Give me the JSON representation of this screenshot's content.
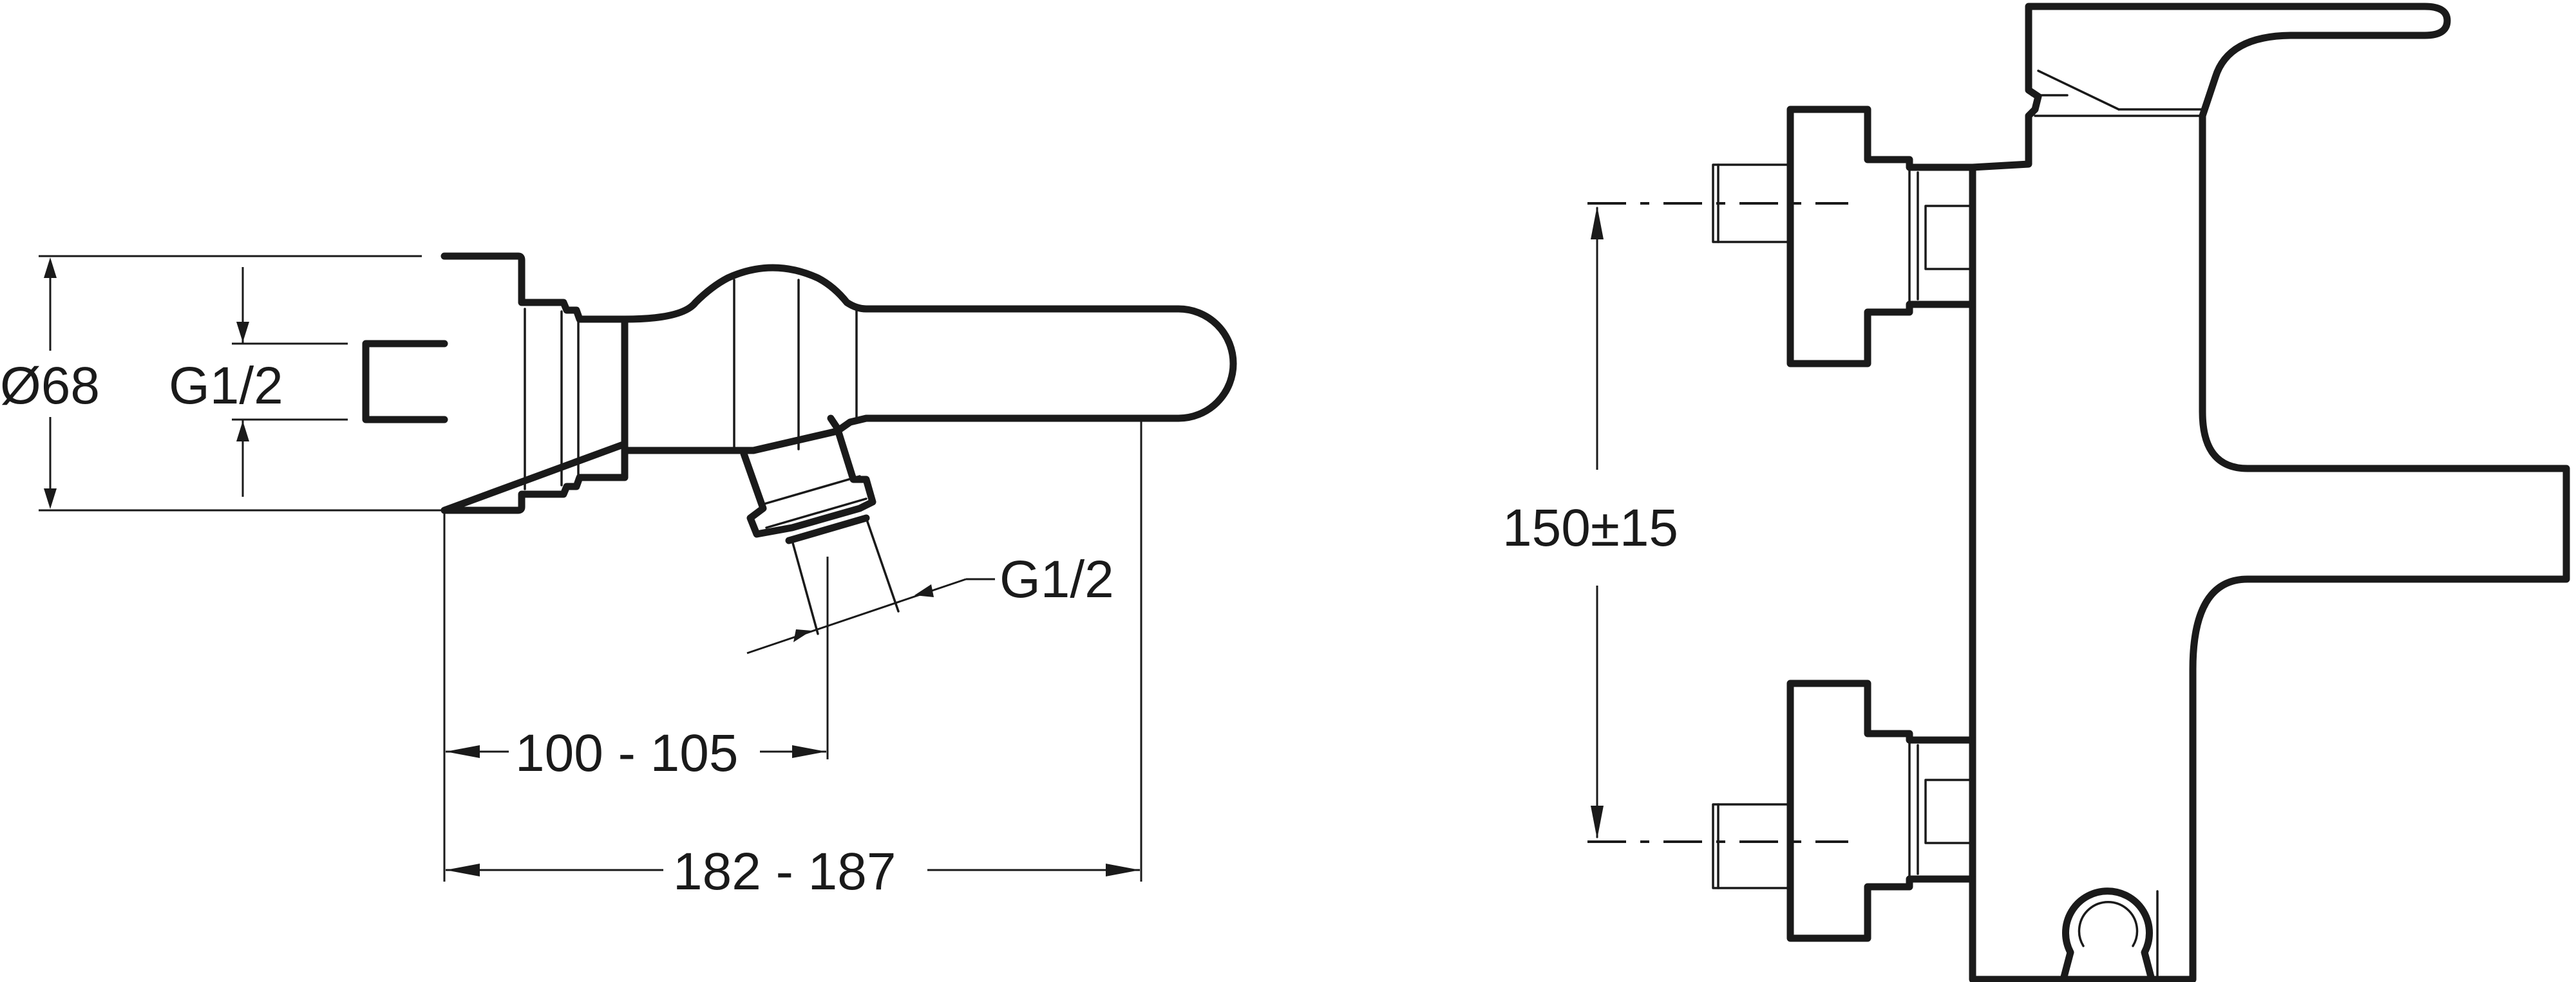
{
  "labels": {
    "diameter": "Ø68",
    "inlet_thread": "G1/2",
    "outlet_thread": "G1/2",
    "inlet_distance": "100 - 105",
    "overall_depth": "182 - 187",
    "center_distance": "150±15"
  },
  "colors": {
    "line": "#1a1a1a",
    "background": "#ffffff"
  }
}
